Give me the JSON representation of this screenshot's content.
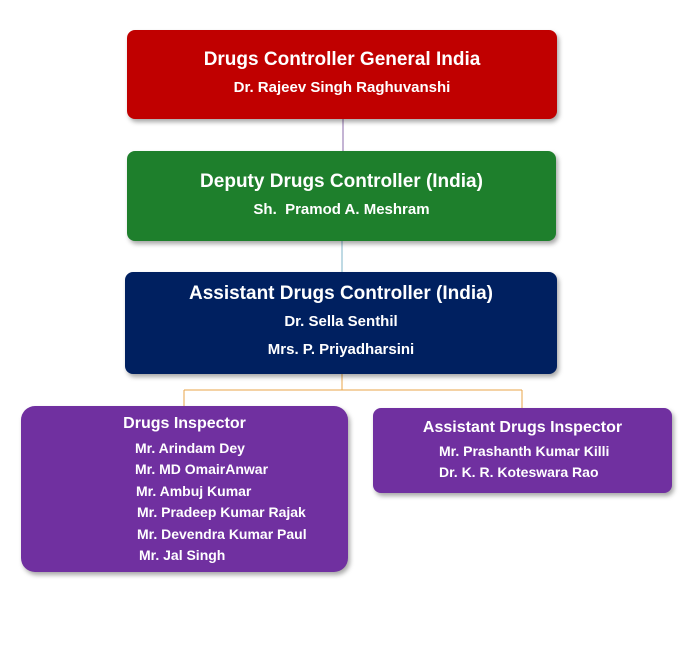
{
  "chart": {
    "top": {
      "title": "Drugs Controller General India",
      "members": [
        "Dr. Rajeev Singh Raghuvanshi"
      ]
    },
    "deputy": {
      "title": "Deputy Drugs Controller (India)",
      "members": [
        "Sh.  Pramod A. Meshram"
      ]
    },
    "assistant": {
      "title": "Assistant Drugs Controller (India)",
      "members": [
        "Dr. Sella Senthil",
        "Mrs. P. Priyadharsini"
      ]
    },
    "inspectors": {
      "title": "Drugs Inspector",
      "members": [
        "Mr. Arindam Dey",
        "Mr. MD OmairAnwar",
        "Mr. Ambuj Kumar",
        "Mr. Pradeep Kumar Rajak",
        "Mr. Devendra Kumar Paul",
        "Mr. Jal Singh"
      ]
    },
    "assistant_inspectors": {
      "title": "Assistant Drugs Inspector",
      "members": [
        "Mr. Prashanth Kumar Killi",
        "Dr. K. R. Koteswara Rao"
      ]
    }
  },
  "colors": {
    "top": "#c00000",
    "deputy": "#1e7f2c",
    "assistant": "#002060",
    "inspectors": "#7030a0",
    "connector_top": "#8a6aa8",
    "connector_mid": "#7fb6c9",
    "connector_branch": "#e8a64a"
  }
}
